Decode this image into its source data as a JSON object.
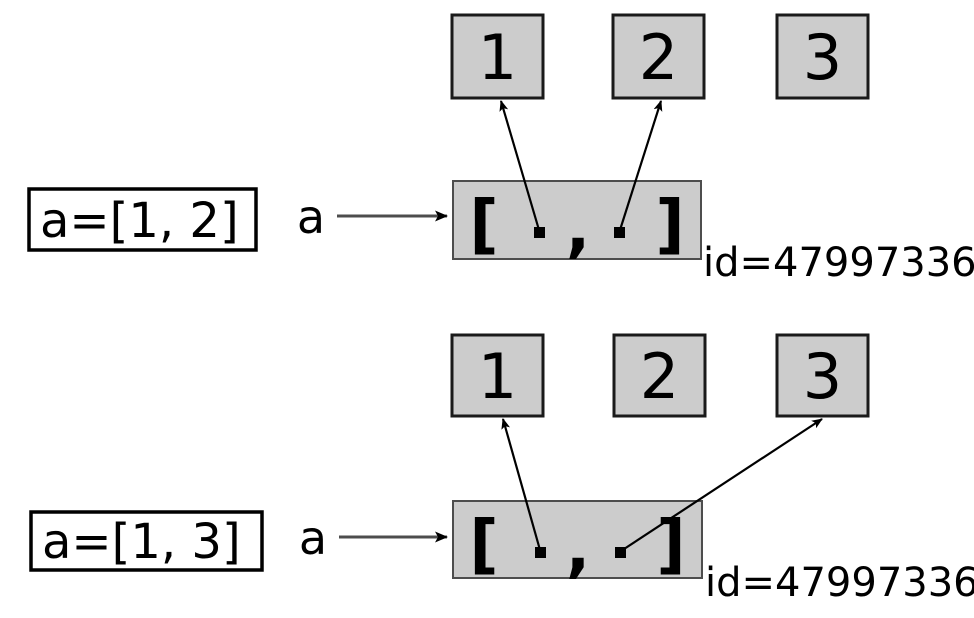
{
  "diagram": {
    "title": "python-list-aliasing-rebinding",
    "colors": {
      "box_fill": "#cccccc",
      "box_border": "#1a1a1a",
      "list_border": "#4d4d4d",
      "code_fill": "#ffffff",
      "code_border": "#000000",
      "arrow": "#000000",
      "background": "#ffffff"
    },
    "glyphs": {
      "open_bracket": "[",
      "close_bracket": "]",
      "comma": ","
    },
    "panels": [
      {
        "name": "before",
        "code_label": "a=[1, 2]",
        "variable_label": "a",
        "id_label": "id=47997336",
        "value_boxes": [
          {
            "label": "1",
            "referenced": true
          },
          {
            "label": "2",
            "referenced": true
          },
          {
            "label": "3",
            "referenced": false
          }
        ],
        "slots": [
          {
            "index": 0,
            "target": "1"
          },
          {
            "index": 1,
            "target": "2"
          }
        ]
      },
      {
        "name": "after",
        "code_label": "a=[1, 3]",
        "variable_label": "a",
        "id_label": "id=47997336",
        "value_boxes": [
          {
            "label": "1",
            "referenced": true
          },
          {
            "label": "2",
            "referenced": false
          },
          {
            "label": "3",
            "referenced": true
          }
        ],
        "slots": [
          {
            "index": 0,
            "target": "1"
          },
          {
            "index": 1,
            "target": "3"
          }
        ]
      }
    ]
  }
}
